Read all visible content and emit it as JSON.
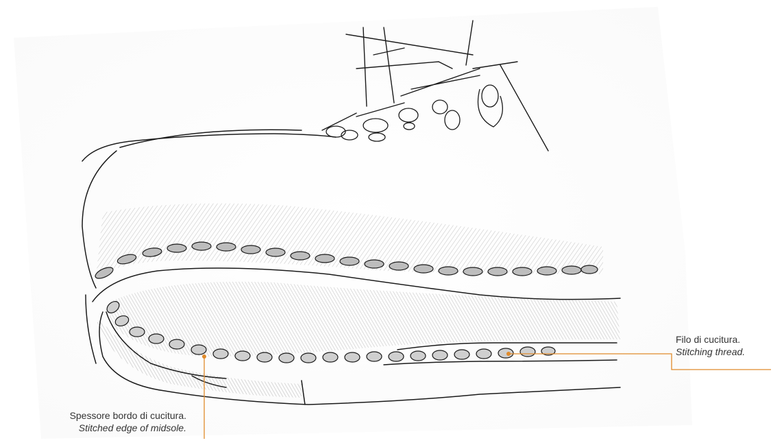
{
  "annotations": {
    "stitching_thread": {
      "it": "Filo di cucitura.",
      "en": "Stitching thread."
    },
    "stitched_edge": {
      "it": "Spessore bordo di cucitura.",
      "en": "Stitched edge of midsole."
    }
  },
  "colors": {
    "leader_line": "#e08a2a",
    "sketch_ink": "#1a1a1a",
    "shading": "#8a8a8a"
  }
}
